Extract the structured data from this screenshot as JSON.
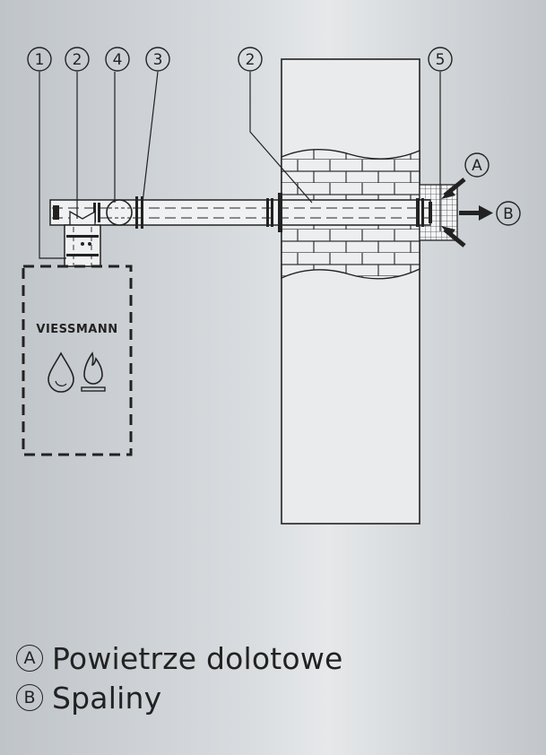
{
  "callouts": {
    "c1": "1",
    "c2a": "2",
    "c4": "4",
    "c3": "3",
    "c2b": "2",
    "c5": "5",
    "cA": "A",
    "cB": "B"
  },
  "boiler": {
    "brand": "VIESSMANN"
  },
  "legend": {
    "items": [
      {
        "key": "A",
        "text": "Powietrze dolotowe"
      },
      {
        "key": "B",
        "text": "Spaliny"
      }
    ]
  }
}
